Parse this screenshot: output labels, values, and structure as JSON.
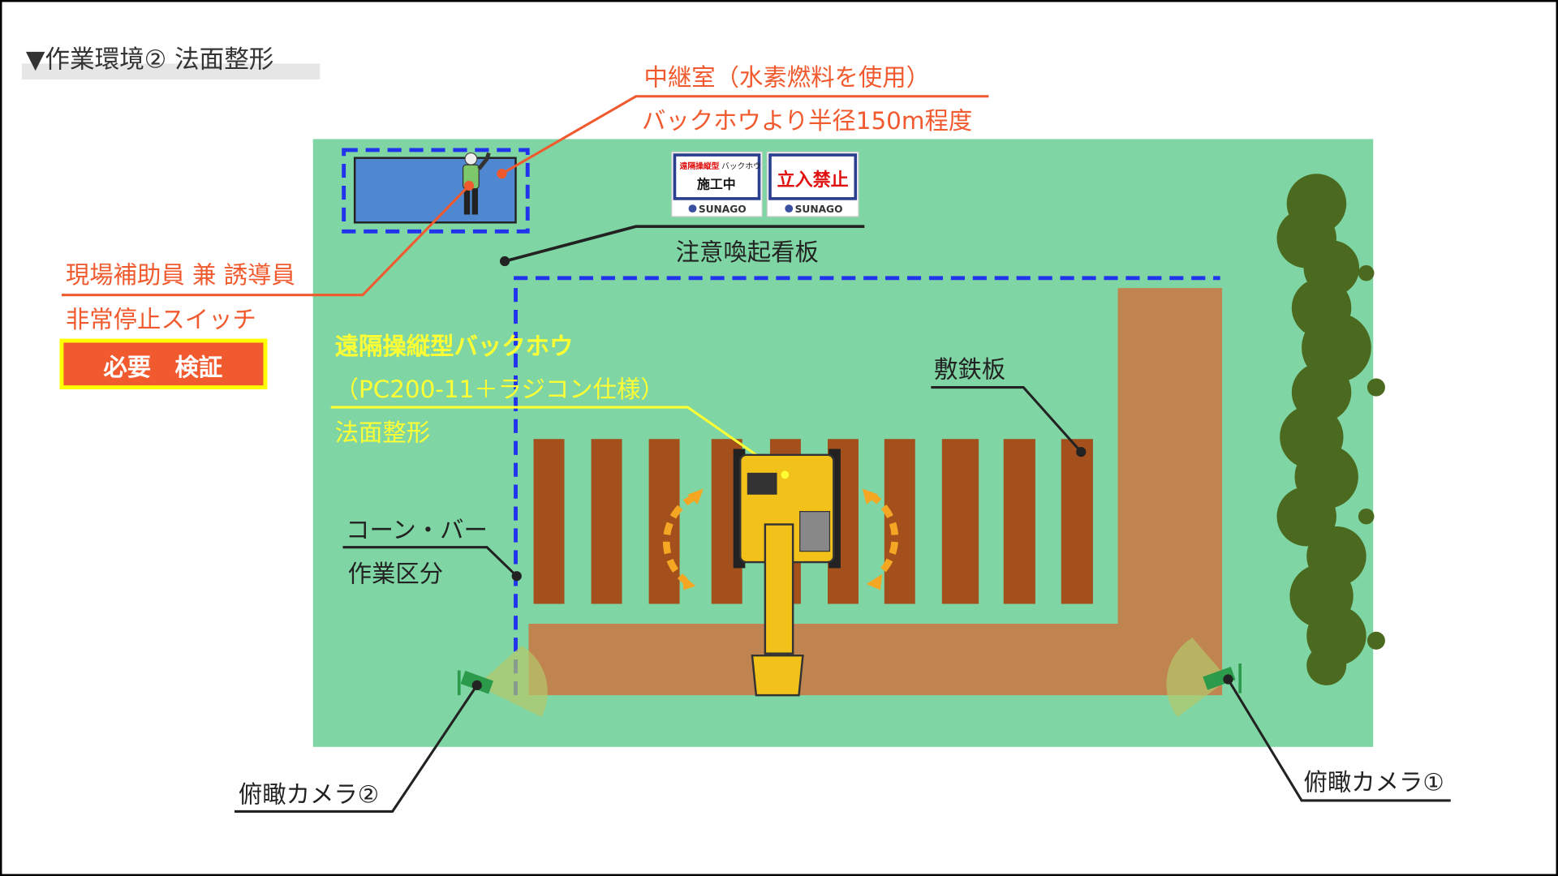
{
  "title": "▼作業環境② 法面整形",
  "relay_room": {
    "label": "中継室（水素燃料を使用）",
    "range": "バックホウより半径150m程度"
  },
  "assistant": {
    "label": "現場補助員 兼 誘導員",
    "switch": "非常停止スイッチ",
    "badge": "必要　検証"
  },
  "signboards": {
    "label": "注意喚起看板",
    "board1_top_red": "遠隔操縦型",
    "board1_top_black": "バックホウ",
    "board1_main": "施工中",
    "board2_main": "立入禁止",
    "brand": "SUNAGO"
  },
  "backhoe": {
    "title": "遠隔操縦型バックホウ",
    "model": "（PC200-11＋ラジコン仕様）",
    "task": "法面整形"
  },
  "steel_plate": "敷鉄板",
  "cone_bar": {
    "line1": "コーン・バー",
    "line2": "作業区分"
  },
  "cameras": {
    "camera2": "俯瞰カメラ②",
    "camera1": "俯瞰カメラ①"
  },
  "colors": {
    "field": "#7fd6a4",
    "dirt": "#c08450",
    "plate": "#a3501c",
    "orange": "#f05a2e",
    "yellow": "#ffff33",
    "dashed_blue": "#2233ee",
    "tree": "#4b6a1f"
  }
}
